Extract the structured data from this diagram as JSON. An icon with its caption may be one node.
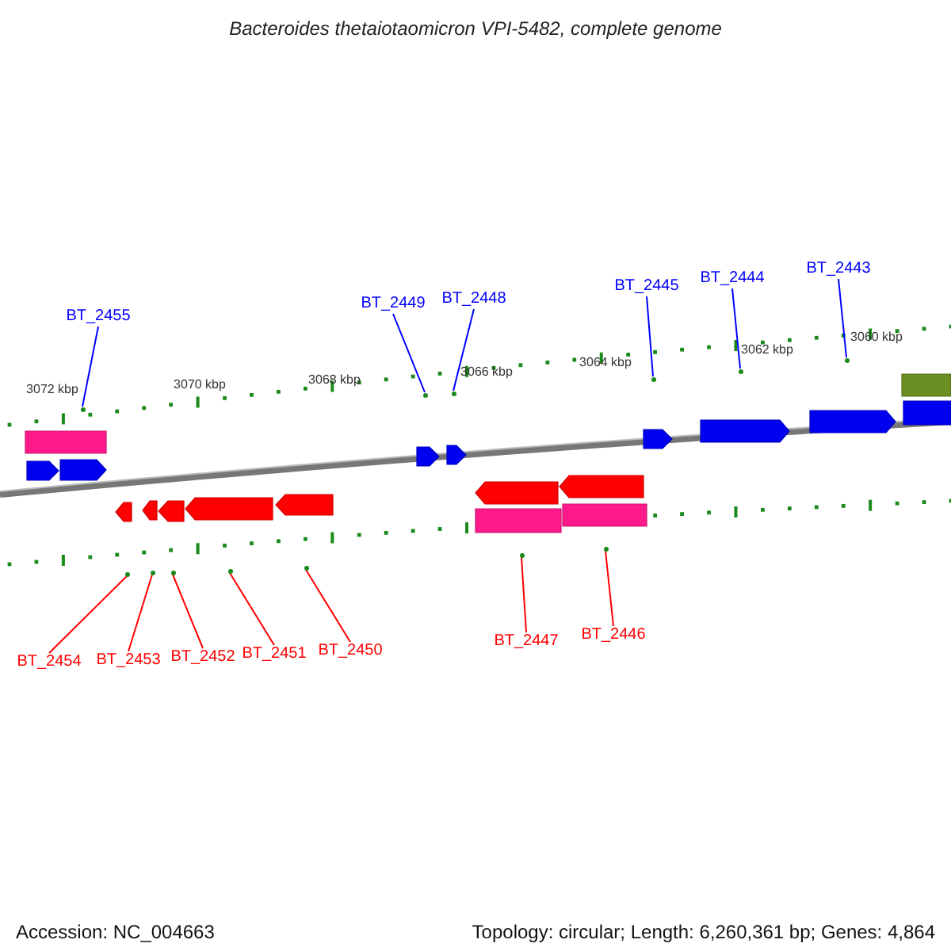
{
  "diagram": {
    "title": "Bacteroides thetaiotaomicron VPI-5482, complete genome",
    "nodes": [
      {
        "text": [
          "BT_2455"
        ]
      },
      {
        "text": [
          "BT_2449"
        ]
      },
      {
        "text": [
          "BT_2448"
        ]
      },
      {
        "text": [
          "BT_2445"
        ]
      },
      {
        "text": [
          "BT_2444"
        ]
      },
      {
        "text": [
          "BT_2443"
        ]
      },
      {
        "text": [
          "BT_2454"
        ]
      },
      {
        "text": [
          "BT_2453"
        ]
      },
      {
        "text": [
          "BT_2452"
        ]
      },
      {
        "text": [
          "BT_2451"
        ]
      },
      {
        "text": [
          "BT_2450"
        ]
      },
      {
        "text": [
          "BT_2447"
        ]
      },
      {
        "text": [
          "BT_2446"
        ]
      },
      {
        "text": [],
        "shape": "dot"
      },
      {
        "text": [],
        "shape": "dot"
      },
      {
        "text": [],
        "shape": "dot"
      },
      {
        "text": [],
        "shape": "dot"
      },
      {
        "text": [],
        "shape": "dot"
      },
      {
        "text": [],
        "shape": "dot"
      },
      {
        "text": [],
        "shape": "dot"
      },
      {
        "text": [],
        "shape": "dot"
      },
      {
        "text": [],
        "shape": "dot"
      },
      {
        "text": [],
        "shape": "dot"
      },
      {
        "text": [],
        "shape": "dot"
      },
      {
        "text": [],
        "shape": "dot"
      },
      {
        "text": [],
        "shape": "dot"
      }
    ],
    "edges": [
      {
        "from": 0,
        "to": 13,
        "arrow": "none",
        "color": "#0000ff"
      },
      {
        "from": 1,
        "to": 14,
        "arrow": "none",
        "color": "#0000ff"
      },
      {
        "from": 2,
        "to": 15,
        "arrow": "none",
        "color": "#0000ff"
      },
      {
        "from": 3,
        "to": 16,
        "arrow": "none",
        "color": "#0000ff"
      },
      {
        "from": 4,
        "to": 17,
        "arrow": "none",
        "color": "#0000ff"
      },
      {
        "from": 5,
        "to": 18,
        "arrow": "none",
        "color": "#0000ff"
      },
      {
        "from": 6,
        "to": 19,
        "arrow": "none"
      },
      {
        "from": 7,
        "to": 20,
        "arrow": "none"
      },
      {
        "from": 8,
        "to": 21,
        "arrow": "none"
      },
      {
        "from": 9,
        "to": 22,
        "arrow": "none"
      },
      {
        "from": 10,
        "to": 23,
        "arrow": "none"
      },
      {
        "from": 11,
        "to": 24,
        "arrow": "none"
      },
      {
        "from": 12,
        "to": 25,
        "arrow": "none"
      }
    ],
    "labels": [
      "3072 kbp",
      "3070 kbp",
      "3068 kbp",
      "3066 kbp",
      "3064 kbp",
      "3062 kbp",
      "3060 kbp",
      "Accession: NC_004663",
      "Topology: circular; Length: 6,260,361 bp; Genes: 4,864"
    ]
  }
}
